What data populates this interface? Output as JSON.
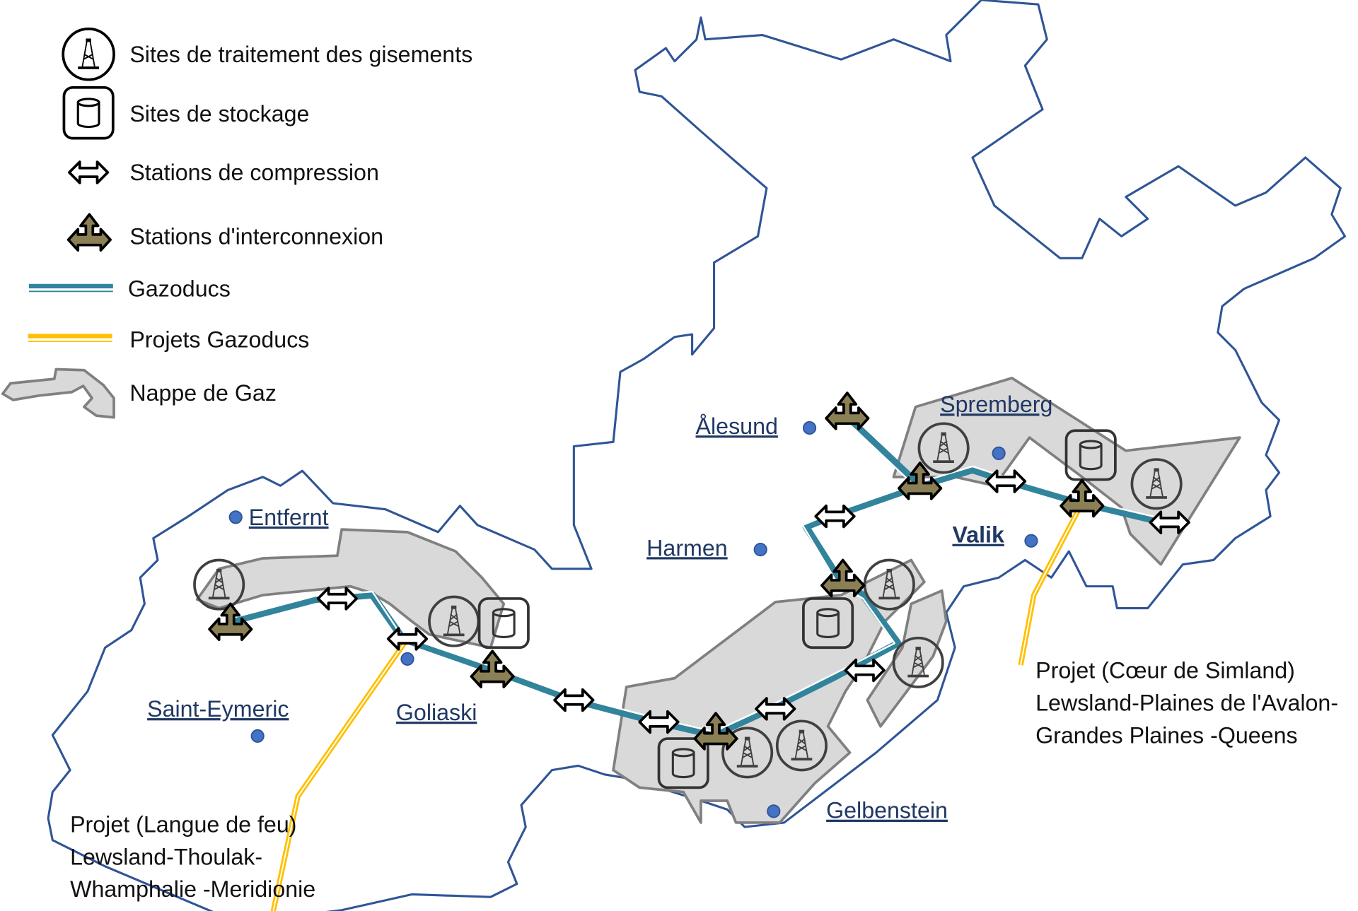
{
  "legend": {
    "processing_sites": "Sites de traitement des gisements",
    "storage_sites": "Sites de stockage",
    "compression_stations": "Stations de compression",
    "interconnection_stations": "Stations d'interconnexion",
    "pipelines": "Gazoducs",
    "pipeline_projects": "Projets Gazoducs",
    "gas_field": "Nappe de Gaz"
  },
  "cities": {
    "entfernt": "Entfernt",
    "goliaski": "Goliaski",
    "saint_eymeric": "Saint-Eymeric",
    "harmen": "Harmen",
    "alesund": "Ålesund",
    "spremberg": "Spremberg",
    "valik": "Valik",
    "gelbenstein": "Gelbenstein"
  },
  "projects": {
    "west": [
      "Projet (Langue de feu)",
      "Lewsland-Thoulak-",
      "Whamphalie -Meridionie"
    ],
    "east": [
      "Projet (Cœur de Simland)",
      "Lewsland-Plaines de l'Avalon-",
      "Grandes Plaines -Queens"
    ]
  },
  "colors": {
    "border": "#2F5597",
    "pipeline": "#31849B",
    "project": "#FFC000",
    "field": "#D9D9D9",
    "interconnection": "#8B8055",
    "city_dot": "#4472C4"
  }
}
